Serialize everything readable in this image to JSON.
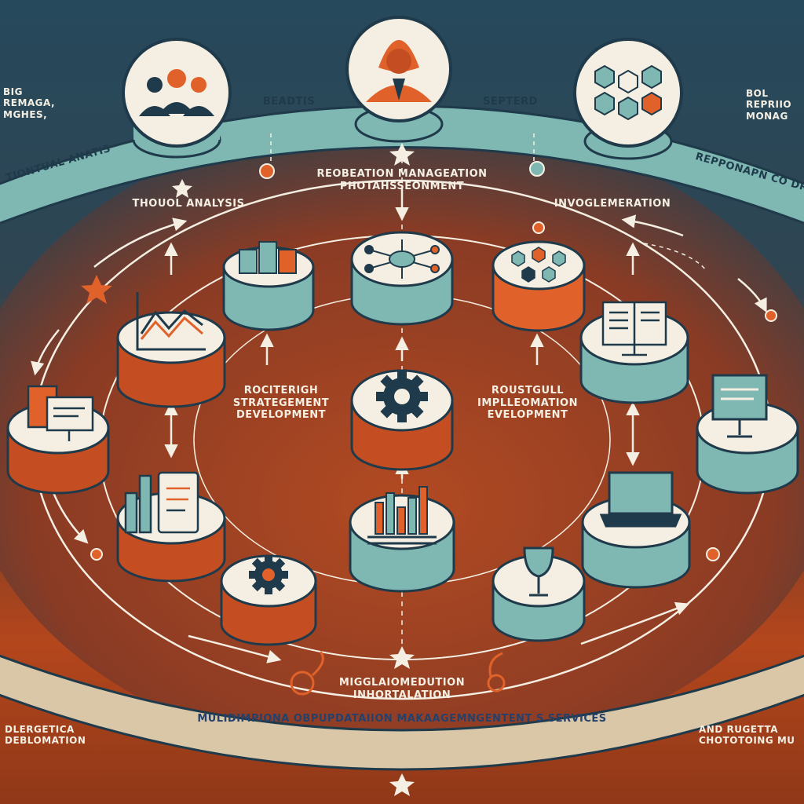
{
  "colors": {
    "background_top": "#26495c",
    "background_bottom": "#b4461c",
    "teal": "#7fb8b2",
    "orange": "#e0622a",
    "cream": "#f4efe2",
    "navy": "#1f3a4a"
  },
  "labels": {
    "band_top_left": "BEADTIS",
    "band_top_right": "SEPTERD",
    "band_right": "REPPONAPN CO DR",
    "band_left": "TIONTUAL ANATIS",
    "top_left_edge": [
      "BIG",
      "REMAGA,",
      "MGHES,"
    ],
    "top_right_edge": [
      "BOL",
      "REPRIIO",
      "MONAG"
    ],
    "center_top": [
      "REOBEATION MANAGEATION",
      "PHOTAHSSEONMENT"
    ],
    "left_top": "THOUOL ANALYSIS",
    "right_top": "INVOGLEMERATION",
    "center_left": [
      "ROCITERIGH",
      "STRATEGEMENT",
      "DEVELOPMENT"
    ],
    "center_right": [
      "ROUSTGULL",
      "IMPLLEOMATION",
      "EVELOPMENT"
    ],
    "center_bottom": [
      "MIGGLAIOMEDUTION",
      "INHORTALATION"
    ],
    "bottom_band": "MULIDIMPIONA OBPUPDATAIION MAKAAGEMNGENTENT S SERVICES",
    "bottom_left": [
      "DLERGETICA",
      "DEBLOMATION"
    ],
    "bottom_right": [
      "AND RUGETTA",
      "CHOTOTOING MU"
    ]
  },
  "nodes": [
    {
      "id": "team",
      "icon": "team-icon"
    },
    {
      "id": "manager",
      "icon": "manager-icon"
    },
    {
      "id": "hexagons",
      "icon": "hexagon-network-icon"
    },
    {
      "id": "coins",
      "icon": "coin-stack-icon"
    },
    {
      "id": "hub",
      "icon": "hub-network-icon"
    },
    {
      "id": "hex-small",
      "icon": "hexagon-cluster-icon"
    },
    {
      "id": "chart",
      "icon": "line-chart-icon"
    },
    {
      "id": "gear-center",
      "icon": "gear-icon"
    },
    {
      "id": "monitor-doc",
      "icon": "document-monitor-icon"
    },
    {
      "id": "presentation",
      "icon": "presentation-icon"
    },
    {
      "id": "screen-right",
      "icon": "monitor-icon"
    },
    {
      "id": "tablet",
      "icon": "tablet-chart-icon"
    },
    {
      "id": "bar-chart",
      "icon": "bar-chart-icon"
    },
    {
      "id": "laptop",
      "icon": "laptop-icon"
    },
    {
      "id": "gear-small",
      "icon": "gear-icon"
    },
    {
      "id": "glass",
      "icon": "goblet-icon"
    }
  ]
}
